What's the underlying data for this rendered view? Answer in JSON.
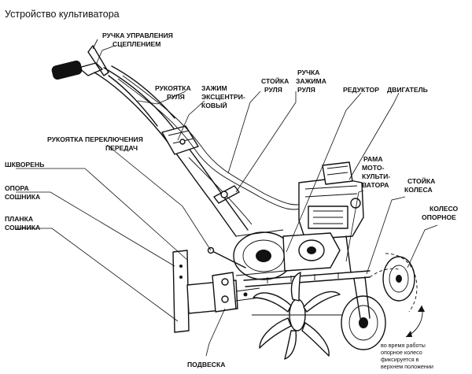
{
  "title": "Устройство культиватора",
  "labels": {
    "clutch_handle": [
      "РУЧКА УПРАВЛЕНИЯ",
      "СЦЕПЛЕНИЕМ"
    ],
    "handlebar_grip": [
      "РУКОЯТКА",
      "РУЛЯ"
    ],
    "eccentric_clamp": [
      "ЗАЖИМ",
      "ЭКСЦЕНТРИ-",
      "КОВЫЙ"
    ],
    "handlebar_post": [
      "СТОЙКА",
      "РУЛЯ"
    ],
    "clamp_handle": [
      "РУЧКА",
      "ЗАЖИМА",
      "РУЛЯ"
    ],
    "reducer": [
      "РЕДУКТОР"
    ],
    "engine": [
      "ДВИГАТЕЛЬ"
    ],
    "gear_lever": [
      "РУКОЯТКА ПЕРЕКЛЮЧЕНИЯ",
      "ПЕРЕДАЧ"
    ],
    "kingpin": [
      "ШКВОРЕНЬ"
    ],
    "coulter_support": [
      "ОПОРА",
      "СОШНИКА"
    ],
    "coulter_bar": [
      "ПЛАНКА",
      "СОШНИКА"
    ],
    "frame": [
      "РАМА",
      "МОТО-",
      "КУЛЬТИ-",
      "ВАТОРА"
    ],
    "wheel_post": [
      "СТОЙКА",
      "КОЛЕСА"
    ],
    "support_wheel": [
      "КОЛЕСО",
      "ОПОРНОЕ"
    ],
    "suspension": [
      "ПОДВЕСКА"
    ]
  },
  "note": [
    "во время работы",
    "опорное колесо",
    "фиксируется в",
    "верхнем положении"
  ],
  "icons": {
    "rotation_arrow": "curved-arrow-icon"
  }
}
